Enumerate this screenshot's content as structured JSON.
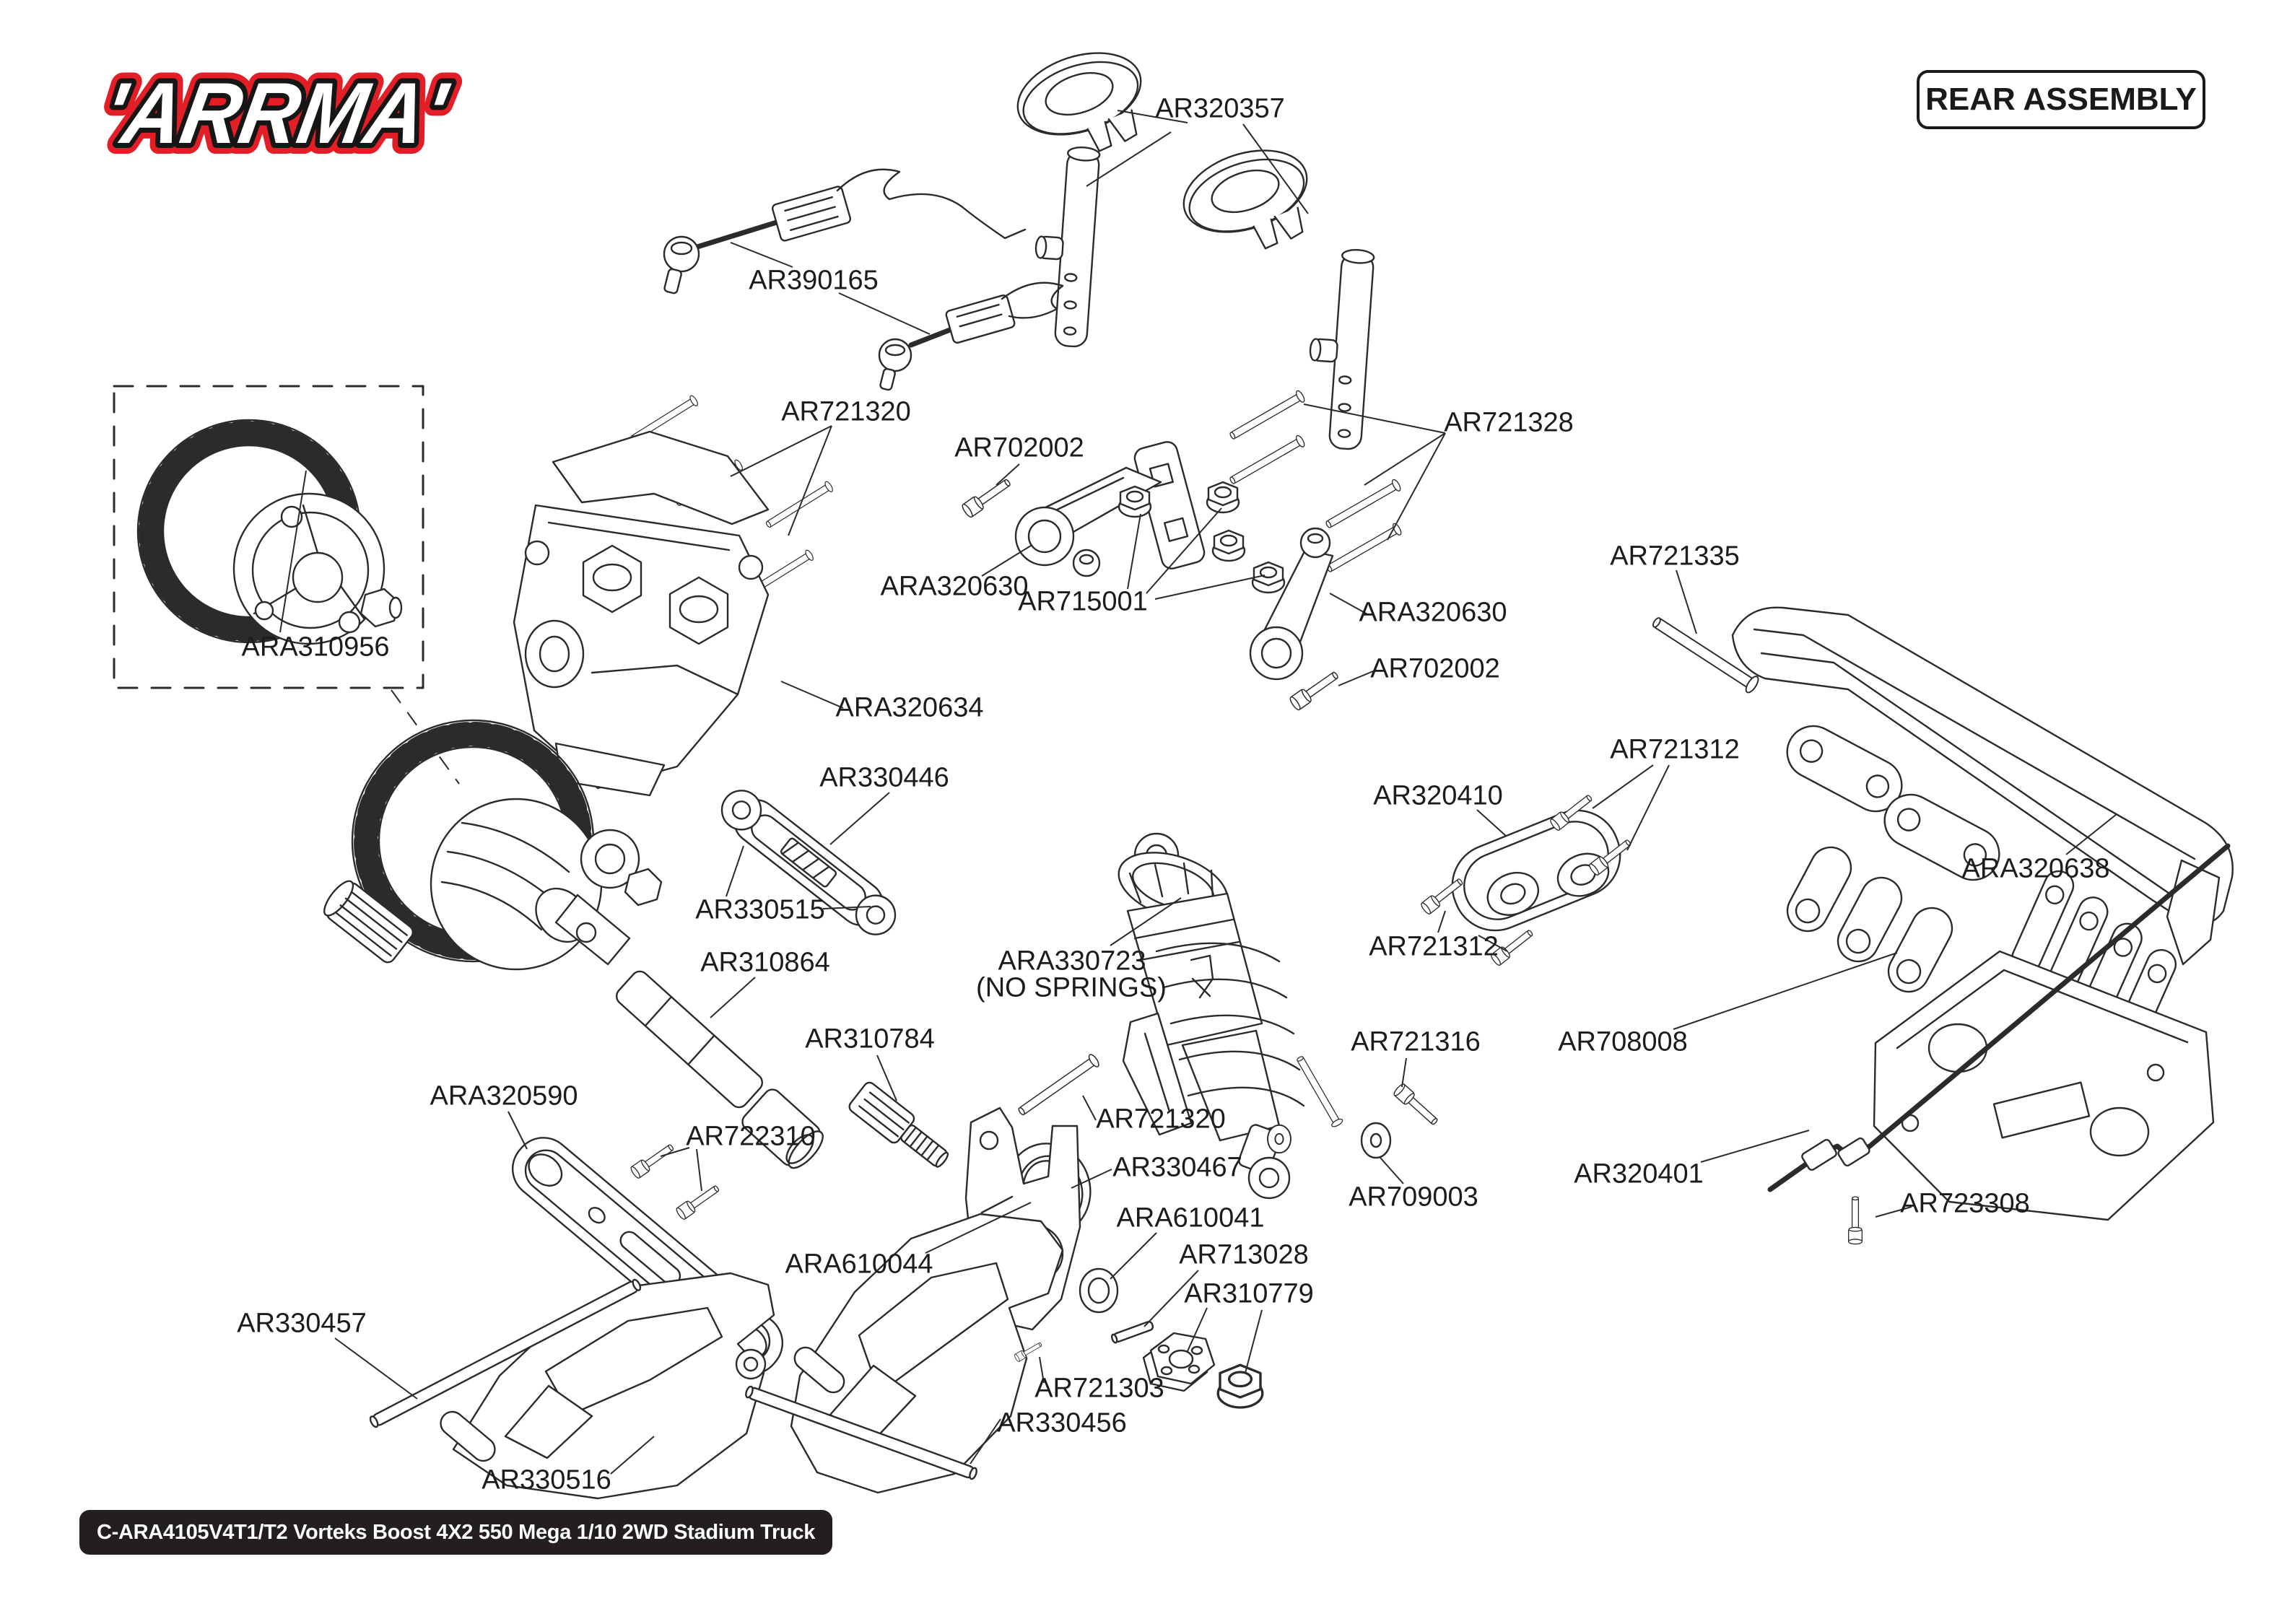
{
  "header": {
    "brand_logo": "'ARRMA'",
    "title": "REAR ASSEMBLY"
  },
  "footer": {
    "model_code": "C-ARA4105V4T1/T2 Vorteks Boost 4X2 550 Mega 1/10 2WD Stadium Truck"
  },
  "colors": {
    "logo_red": "#e31e26",
    "line_ink": "#2b2b2b",
    "footer_bg": "#231f20"
  },
  "labels": [
    {
      "text": "AR320357"
    },
    {
      "text": "AR390165"
    },
    {
      "text": "AR721320"
    },
    {
      "text": "AR702002"
    },
    {
      "text": "AR721328"
    },
    {
      "text": "ARA310956"
    },
    {
      "text": "ARA320630"
    },
    {
      "text": "AR715001"
    },
    {
      "text": "ARA320630"
    },
    {
      "text": "AR702002"
    },
    {
      "text": "AR721335"
    },
    {
      "text": "ARA320634"
    },
    {
      "text": "AR330446"
    },
    {
      "text": "AR330515"
    },
    {
      "text": "AR310864"
    },
    {
      "text": "AR310784"
    },
    {
      "text": "ARA330723"
    },
    {
      "text": "(NO SPRINGS)"
    },
    {
      "text": "AR320410"
    },
    {
      "text": "AR721312"
    },
    {
      "text": "AR721312"
    },
    {
      "text": "ARA320638"
    },
    {
      "text": "AR721316"
    },
    {
      "text": "AR708008"
    },
    {
      "text": "ARA320590"
    },
    {
      "text": "AR722310"
    },
    {
      "text": "AR721320"
    },
    {
      "text": "AR330467"
    },
    {
      "text": "ARA610041"
    },
    {
      "text": "AR713028"
    },
    {
      "text": "AR310779"
    },
    {
      "text": "AR709003"
    },
    {
      "text": "AR320401"
    },
    {
      "text": "AR723308"
    },
    {
      "text": "ARA610044"
    },
    {
      "text": "AR330457"
    },
    {
      "text": "AR721303"
    },
    {
      "text": "AR330456"
    },
    {
      "text": "AR330516"
    }
  ]
}
